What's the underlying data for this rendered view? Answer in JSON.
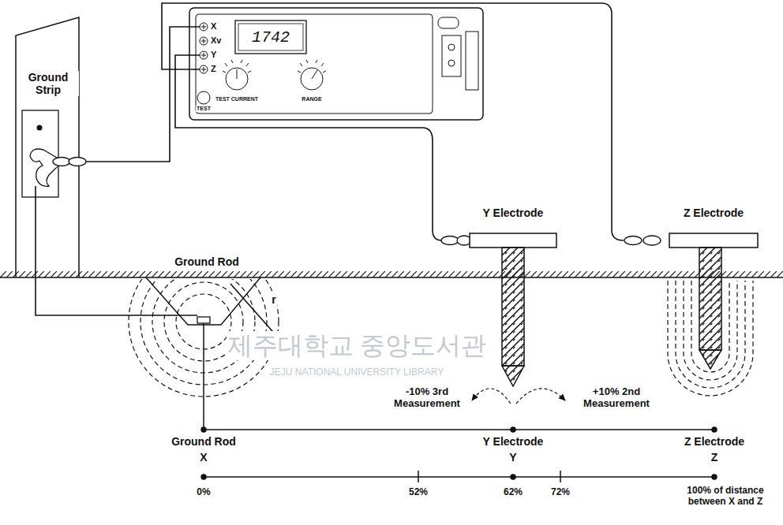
{
  "diagram": {
    "labels": [
      "Ground Strip",
      "X",
      "Xv",
      "Y",
      "Z",
      "1742",
      "TEST CURRENT",
      "RANGE",
      "TEST",
      "Y Electrode",
      "Z Electrode",
      "Ground Rod",
      "r",
      "제주대학교 중앙도서관",
      "JEJU NATIONAL UNIVERSITY LIBRARY",
      "-10% 3rd Measurement",
      "+10% 2nd Measurement",
      "Ground Rod",
      "X",
      "Y Electrode",
      "Y",
      "Z Electrode",
      "Z",
      "0%",
      "52%",
      "62%",
      "72%",
      "100% of distance between X and Z"
    ]
  }
}
